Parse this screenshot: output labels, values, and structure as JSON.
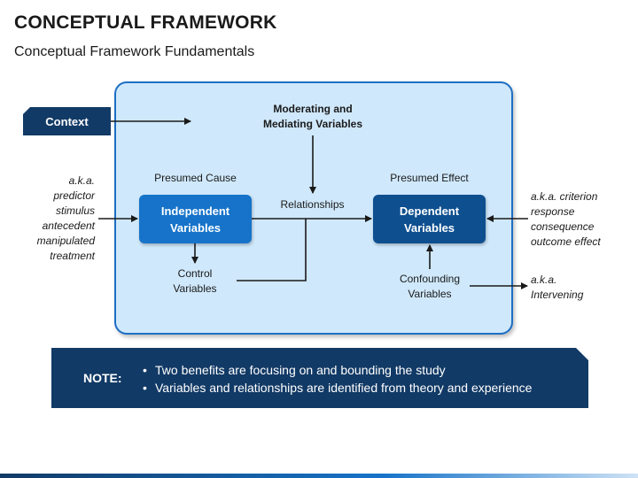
{
  "header": {
    "title": "CONCEPTUAL FRAMEWORK",
    "subtitle": "Conceptual Framework Fundamentals"
  },
  "diagram": {
    "context": "Context",
    "moderating": [
      "Moderating and",
      "Mediating Variables"
    ],
    "presumed_cause": "Presumed Cause",
    "presumed_effect": "Presumed Effect",
    "relationships": "Relationships",
    "independent": [
      "Independent",
      "Variables"
    ],
    "dependent": [
      "Dependent",
      "Variables"
    ],
    "control": [
      "Control",
      "Variables"
    ],
    "confounding": [
      "Confounding",
      "Variables"
    ],
    "aka_left": [
      "a.k.a.",
      "predictor",
      "stimulus",
      "antecedent",
      "manipulated",
      "treatment"
    ],
    "aka_right": [
      "a.k.a. criterion",
      "response",
      "consequence",
      "outcome effect"
    ],
    "aka_intervening": [
      "a.k.a.",
      "Intervening"
    ]
  },
  "note": {
    "label": "NOTE:",
    "items": [
      "Two benefits are focusing on and bounding the study",
      "Variables and relationships are identified from theory and experience"
    ]
  },
  "colors": {
    "navy": "#123a66",
    "blue": "#1673c9",
    "panel": "#cfe8fb",
    "panel_border": "#1d6fc4"
  }
}
